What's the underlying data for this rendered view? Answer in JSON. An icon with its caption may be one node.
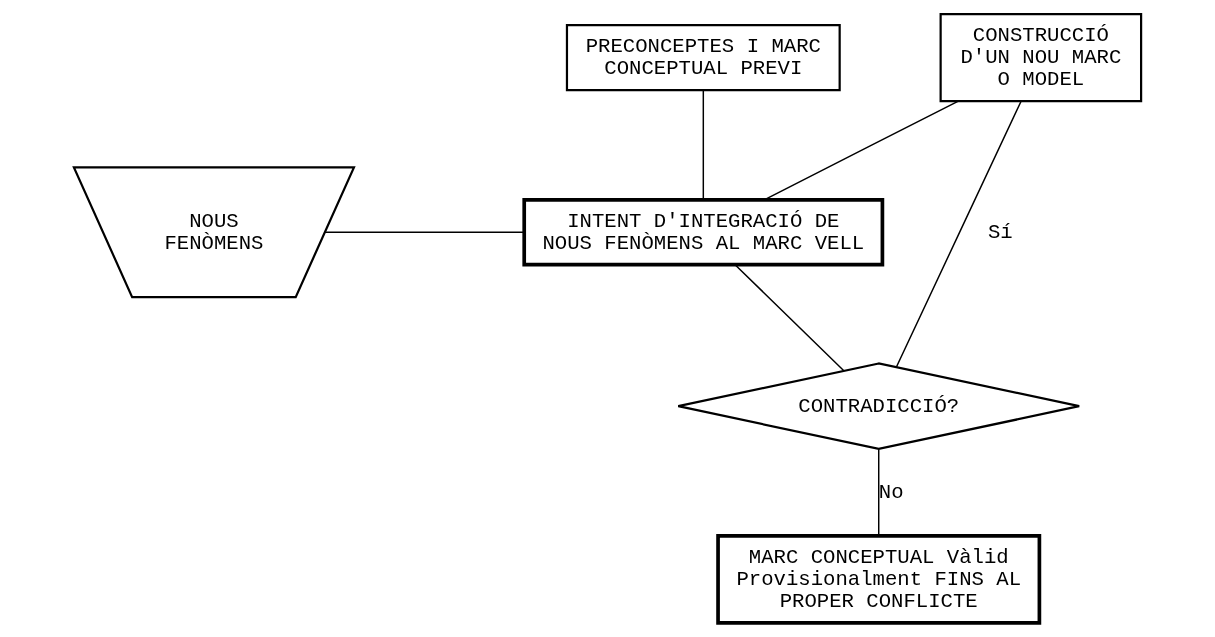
{
  "diagram": {
    "nodes": [
      {
        "text": [
          "PRECONCEPTES I MARC CONCEPTUAL PREVI"
        ]
      },
      {
        "text": [
          "CONSTRUCCIÓ D'UN NOU MARC O MODEL"
        ]
      },
      {
        "text": [
          "NOUS FENÒMENS"
        ]
      },
      {
        "text": [
          "INTENT D'INTEGRACIÓ DE NOUS FENÒMENS AL MARC VELL"
        ]
      },
      {
        "text": [
          "CONTRADICCIÓ?"
        ]
      },
      {
        "text": [
          "MARC CONCEPTUAL Vàlid Provisionalment FINS AL PROPER CONFLICTE"
        ]
      }
    ],
    "edges": [
      {
        "from": 0,
        "to": 3,
        "arrow": "none"
      },
      {
        "from": 1,
        "to": 3,
        "arrow": "none"
      },
      {
        "from": 2,
        "to": 3,
        "arrow": "none"
      },
      {
        "from": 3,
        "to": 4,
        "arrow": "none"
      },
      {
        "from": 4,
        "to": 1,
        "arrow": "none",
        "label": "Sí"
      },
      {
        "from": 4,
        "to": 5,
        "arrow": "none",
        "label": "No"
      }
    ]
  }
}
